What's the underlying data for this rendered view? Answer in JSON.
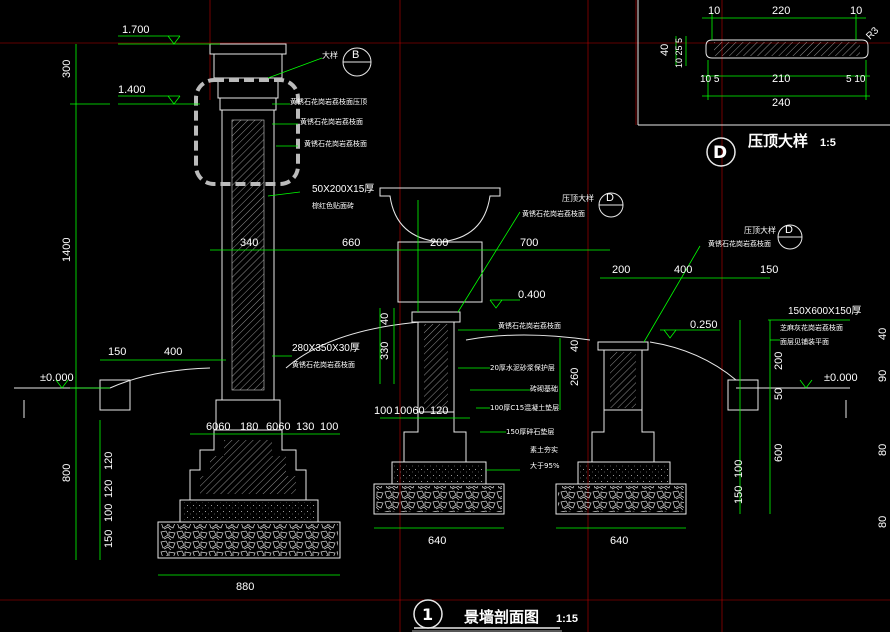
{
  "levels": {
    "top": "1.700",
    "mid": "1.400",
    "ground_left": "±0.000",
    "ground_right": "±0.000",
    "wall_a": "0.400",
    "wall_b": "0.250"
  },
  "callouts": {
    "detail_b_label": "大样",
    "detail_b_letter": "B",
    "detail_d1_label": "压顶大样",
    "detail_d1_letter": "D",
    "detail_d2_label": "压顶大样",
    "detail_d2_letter": "D"
  },
  "notes": {
    "col_cap": "黄锈石花岗岩荔枝面压顶",
    "col_face1": "黄锈石花岗岩荔枝面",
    "col_face2": "黄锈石花岗岩荔枝面",
    "col_tile_size": "50X200X15厚",
    "col_tile_name": "棕红色贴面砖",
    "col_stone_size": "280X350X30厚",
    "col_stone_name": "黄锈石花岗岩荔枝面",
    "wall_a_face": "黄锈石花岗岩荔枝面",
    "wall_a_face2": "黄锈石花岗岩荔枝面",
    "mortar": "20厚水泥砂浆保护层",
    "brick_base": "砖砌基础",
    "concrete": "100厚C15混凝土垫层",
    "gravel": "150厚碎石垫层",
    "soil": "素土夯实",
    "compaction": "大于95%",
    "wall_b_face": "黄锈石花岗岩荔枝面",
    "paver_size": "150X600X150厚",
    "paver_name": "芝麻灰花岗岩荔枝面",
    "paver_level": "面层见铺装平面"
  },
  "dims": {
    "d300": "300",
    "d1400": "1400",
    "d800": "800",
    "d340": "340",
    "d660": "660",
    "d200a": "200",
    "d700": "700",
    "d200b": "200",
    "d400b": "400",
    "d150b": "150",
    "d150": "150",
    "d400": "400",
    "s120a": "120",
    "s120b": "120",
    "s100": "100",
    "s150": "150",
    "b6060": "6060",
    "b180": "180",
    "b6060b": "6060",
    "b130": "130",
    "b100": "100",
    "w100": "100",
    "w10060": "10060",
    "w120": "120",
    "w40a": "40",
    "w330": "330",
    "w40b": "40",
    "w260": "260",
    "w640a": "640",
    "w640b": "640",
    "w880": "880",
    "r200": "200",
    "r50": "50",
    "r600": "600",
    "r100": "100",
    "r150": "150",
    "p10a": "10",
    "p220": "220",
    "p10b": "10",
    "p40": "40",
    "p10_25_5": "10 25 5",
    "p10_5": "10 5",
    "p210": "210",
    "p5_10": "5 10",
    "p240": "240",
    "pr3": "R3",
    "e40": "40",
    "e90": "90",
    "e80": "80",
    "e80b": "80"
  },
  "titles": {
    "section_no": "1",
    "section_title": "景墙剖面图",
    "section_scale": "1:15",
    "detail_letter": "D",
    "detail_title": "压顶大样",
    "detail_scale": "1:5"
  },
  "colors": {
    "background": "#000000",
    "dimension_lines": "#00ff00",
    "outlines": "#e8e8e8",
    "grid_lines": "#c00000"
  }
}
